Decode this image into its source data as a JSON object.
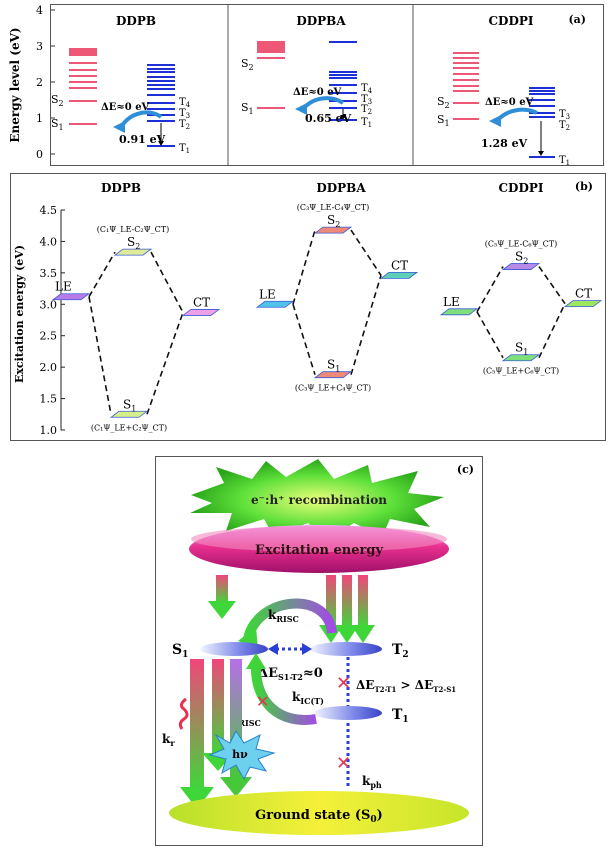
{
  "panel_a": {
    "tag": "(a)",
    "y_axis_label": "Energy level (eV)",
    "y_ticks": [
      "0",
      "1",
      "2",
      "3",
      "4"
    ],
    "groups": [
      {
        "name": "DDPB",
        "s1": "S",
        "s1_sub": "1",
        "s2": "S",
        "s2_sub": "2",
        "de": "ΔE≈0 eV",
        "gap": "0.91 eV",
        "t_labels": [
          [
            "T",
            "4"
          ],
          [
            "T",
            "3"
          ],
          [
            "T",
            "2"
          ],
          [
            "T",
            "1"
          ]
        ]
      },
      {
        "name": "DDPBA",
        "s1": "S",
        "s1_sub": "1",
        "s2": "S",
        "s2_sub": "2",
        "de": "ΔE≈0 eV",
        "gap": "0.65 eV",
        "t_labels": [
          [
            "T",
            "4"
          ],
          [
            "T",
            "3"
          ],
          [
            "T",
            "2"
          ],
          [
            "T",
            "1"
          ]
        ]
      },
      {
        "name": "CDDPI",
        "s1": "S",
        "s1_sub": "1",
        "s2": "S",
        "s2_sub": "2",
        "de": "ΔE≈0 eV",
        "gap": "1.28 eV",
        "t_labels": [
          [
            "T",
            "3"
          ],
          [
            "T",
            "2"
          ],
          [
            "T",
            "1"
          ]
        ]
      }
    ],
    "colors": {
      "singlet": "#e8204a",
      "triplet": "#1d2fd6",
      "arrow": "#2e8fd6"
    }
  },
  "panel_b": {
    "tag": "(b)",
    "y_axis_label": "Excitation energy (eV)",
    "y_ticks": [
      "1.0",
      "1.5",
      "2.0",
      "2.5",
      "3.0",
      "3.5",
      "4.0",
      "4.5"
    ],
    "y_range": [
      1.0,
      4.5
    ],
    "molecules": [
      {
        "name": "DDPB",
        "states": {
          "LE": 3.12,
          "S2": 3.83,
          "S1": 1.25,
          "CT": 2.87
        },
        "s2_formula": "(C₁Ψ_LE-C₂Ψ_CT)",
        "s1_formula": "(C₁Ψ_LE+C₂Ψ_CT)"
      },
      {
        "name": "DDPBA",
        "states": {
          "LE": 3.0,
          "S2": 4.18,
          "S1": 1.88,
          "CT": 3.46
        },
        "s2_formula": "(C₃Ψ_LE-C₄Ψ_CT)",
        "s1_formula": "(C₃Ψ_LE+C₄Ψ_CT)"
      },
      {
        "name": "CDDPI",
        "states": {
          "LE": 2.88,
          "S2": 3.6,
          "S1": 2.15,
          "CT": 3.01
        },
        "s2_formula": "(C₅Ψ_LE-C₆Ψ_CT)",
        "s1_formula": "(C₅Ψ_LE+C₆Ψ_CT)"
      }
    ],
    "state_labels": {
      "LE": "LE",
      "CT": "CT",
      "S2": "S",
      "S1": "S"
    }
  },
  "panel_c": {
    "tag": "(c)",
    "burst_text": "e⁻:h⁺ recombination",
    "excitation_text": "Excitation energy",
    "ground_text": "Ground state (S",
    "ground_sub": "0",
    "ground_close": ")",
    "s1": "S",
    "s1_sub": "1",
    "t2": "T",
    "t2_sub": "2",
    "t1": "T",
    "t1_sub": "1",
    "krisc_top": "k",
    "krisc_top_sub": "RISC",
    "krisc_bot": "k",
    "krisc_bot_sub": "RISC",
    "kic": "k",
    "kic_sub": "IC(T)",
    "kr": "k",
    "kr_sub": "r",
    "kph": "k",
    "kph_sub": "ph",
    "hv": "hν",
    "de_s1t2": "ΔE",
    "de_s1t2_sub": "S1-T2",
    "de_s1t2_rest": "≈0",
    "de_ineq": "ΔE",
    "de_ineq_sub1": "T2-T1",
    "de_ineq_mid": " > ΔE",
    "de_ineq_sub2": "T2-S1"
  }
}
